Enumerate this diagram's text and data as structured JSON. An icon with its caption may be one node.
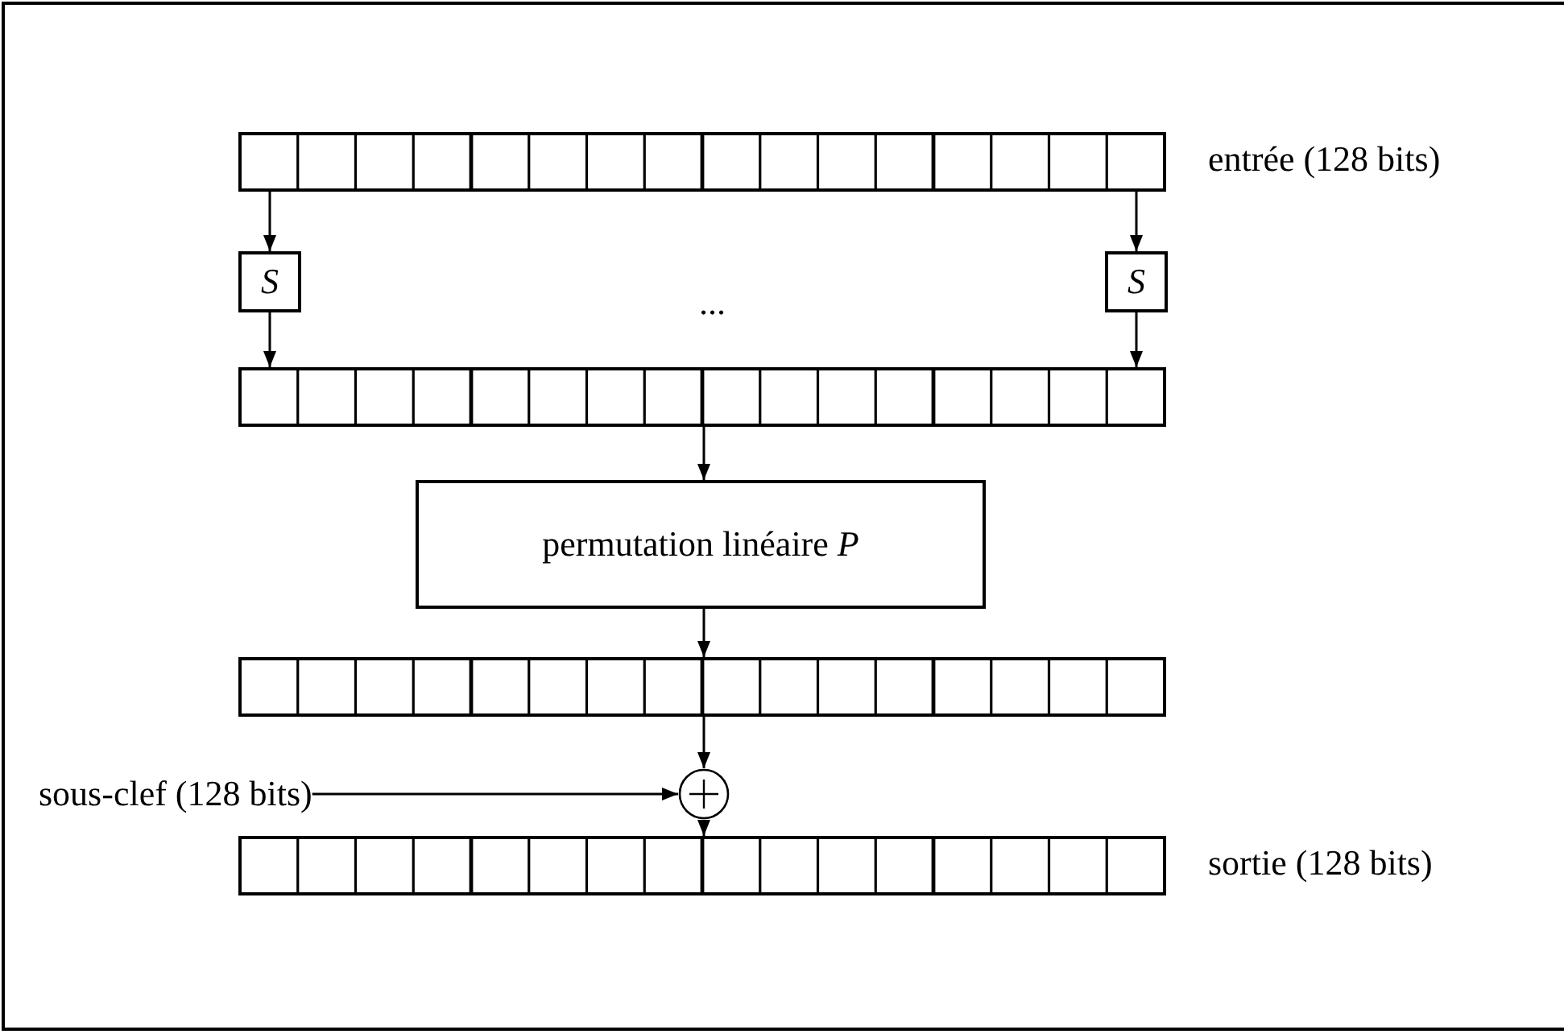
{
  "diagram": {
    "nodes": [
      {
        "text": [],
        "shape": "bar",
        "beside": [
          "entrée (128 bits)"
        ]
      },
      {
        "text": [
          "S"
        ]
      },
      {
        "text": [
          "S"
        ]
      },
      {
        "text": [],
        "shape": "bar"
      },
      {
        "text": [
          "permutation linéaire *P*"
        ]
      },
      {
        "text": [],
        "shape": "bar"
      },
      {
        "text": [
          "sous-clef (128 bits)"
        ]
      },
      {
        "text": [],
        "shape": "circle"
      },
      {
        "text": [],
        "shape": "bar",
        "beside": [
          "sortie (128 bits)"
        ]
      }
    ],
    "edges": [
      {
        "from": 0,
        "to": 1,
        "arrow": "to"
      },
      {
        "from": 1,
        "to": 3,
        "arrow": "to"
      },
      {
        "from": 0,
        "to": 2,
        "arrow": "to"
      },
      {
        "from": 2,
        "to": 3,
        "arrow": "to"
      },
      {
        "from": 3,
        "to": 4,
        "arrow": "to"
      },
      {
        "from": 4,
        "to": 5,
        "arrow": "to"
      },
      {
        "from": 5,
        "to": 7,
        "arrow": "to"
      },
      {
        "from": 6,
        "to": 7,
        "arrow": "to"
      },
      {
        "from": 7,
        "to": 8,
        "arrow": "to"
      }
    ],
    "labels": [
      "..."
    ]
  }
}
